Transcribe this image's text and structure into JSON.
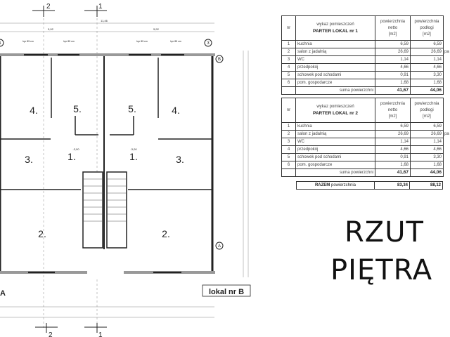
{
  "plan": {
    "section_marks": [
      "2",
      "1",
      "2",
      "1"
    ],
    "axis_labels": {
      "left_top": "1",
      "right_top": "3",
      "top_right": "B",
      "bottom_right": "A",
      "bottom_left": "A"
    },
    "overall_dimension": "11,46",
    "half_dimension_left": "5,92",
    "half_dimension_right": "5,92",
    "window_label": "hpr 85 cm",
    "rooms_left": [
      "4.",
      "5.",
      "3.",
      "1.",
      "2."
    ],
    "rooms_right": [
      "5.",
      "4.",
      "1.",
      "3.",
      "2."
    ],
    "level_label": "-3,00",
    "unit_label": "lokal nr B"
  },
  "table1": {
    "header": {
      "nr": "nr",
      "title_small": "wykaz pomieszczeń",
      "title": "PARTER LOKAL nr 1",
      "netto": [
        "powierzchnia",
        "netto",
        "[m2]"
      ],
      "podlogi": [
        "powierzchnia",
        "podłogi",
        "[m2]"
      ]
    },
    "rows": [
      {
        "nr": "1",
        "name": "kuchnia",
        "netto": "6,59",
        "podlogi": "6,59",
        "extra": ""
      },
      {
        "nr": "2",
        "name": "salon z jadalnią",
        "netto": "26,69",
        "podlogi": "26,69",
        "extra": "pa"
      },
      {
        "nr": "3",
        "name": "WC",
        "netto": "1,14",
        "podlogi": "1,14",
        "extra": ""
      },
      {
        "nr": "4",
        "name": "przedpokój",
        "netto": "4,66",
        "podlogi": "4,66",
        "extra": ""
      },
      {
        "nr": "5",
        "name": "schowek pod schodami",
        "netto": "0,91",
        "podlogi": "3,30",
        "extra": ""
      },
      {
        "nr": "6",
        "name": "pom. gospodarcze",
        "netto": "1,68",
        "podlogi": "1,68",
        "extra": ""
      }
    ],
    "sum": {
      "label": "suma powierzchni",
      "netto": "41,67",
      "podlogi": "44,06"
    }
  },
  "table2": {
    "header": {
      "nr": "nr",
      "title_small": "wykaz pomieszczeń",
      "title": "PARTER LOKAL nr 2",
      "netto": [
        "powierzchnia",
        "netto",
        "[m2]"
      ],
      "podlogi": [
        "powierzchnia",
        "podłogi",
        "[m2]"
      ]
    },
    "rows": [
      {
        "nr": "1",
        "name": "kuchnia",
        "netto": "6,59",
        "podlogi": "6,59",
        "extra": ""
      },
      {
        "nr": "2",
        "name": "salon z jadalnią",
        "netto": "26,69",
        "podlogi": "26,69",
        "extra": "pa"
      },
      {
        "nr": "3",
        "name": "WC",
        "netto": "1,14",
        "podlogi": "1,14",
        "extra": ""
      },
      {
        "nr": "4",
        "name": "przedpokój",
        "netto": "4,66",
        "podlogi": "4,66",
        "extra": ""
      },
      {
        "nr": "5",
        "name": "schowek pod schodami",
        "netto": "0,91",
        "podlogi": "3,30",
        "extra": ""
      },
      {
        "nr": "6",
        "name": "pom. gospodarcze",
        "netto": "1,68",
        "podlogi": "1,68",
        "extra": ""
      }
    ],
    "sum": {
      "label": "suma powierzchni",
      "netto": "41,67",
      "podlogi": "44,06"
    }
  },
  "razem": {
    "label_bold": "RAZEM",
    "label": "powierzchnia",
    "netto": "83,34",
    "podlogi": "88,12"
  },
  "title": {
    "line1": "RZUT",
    "line2": "PIĘTRA"
  }
}
